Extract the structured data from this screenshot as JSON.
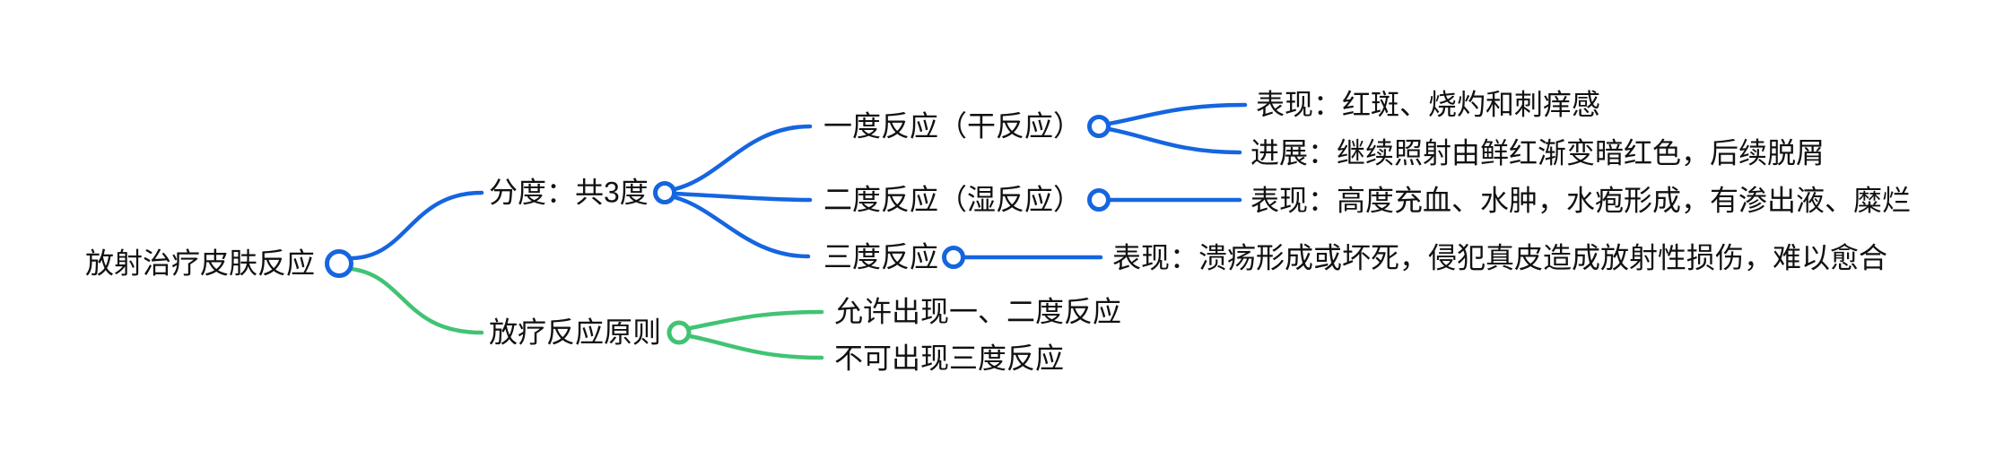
{
  "colors": {
    "branch_blue": "#1565e0",
    "branch_green": "#41c373",
    "text": "#111111",
    "background": "#ffffff"
  },
  "mindmap": {
    "root": {
      "label": "放射治疗皮肤反应"
    },
    "branches": [
      {
        "label": "分度：共3度",
        "color": "#1565e0",
        "children": [
          {
            "label": "一度反应（干反应）",
            "children": [
              {
                "label": "表现：红斑、烧灼和刺痒感"
              },
              {
                "label": "进展：继续照射由鲜红渐变暗红色，后续脱屑"
              }
            ]
          },
          {
            "label": "二度反应（湿反应）",
            "children": [
              {
                "label": "表现：高度充血、水肿，水疱形成，有渗出液、糜烂"
              }
            ]
          },
          {
            "label": "三度反应",
            "children": [
              {
                "label": "表现：溃疡形成或坏死，侵犯真皮造成放射性损伤，难以愈合"
              }
            ]
          }
        ]
      },
      {
        "label": "放疗反应原则",
        "color": "#41c373",
        "children": [
          {
            "label": "允许出现一、二度反应"
          },
          {
            "label": "不可出现三度反应"
          }
        ]
      }
    ]
  }
}
